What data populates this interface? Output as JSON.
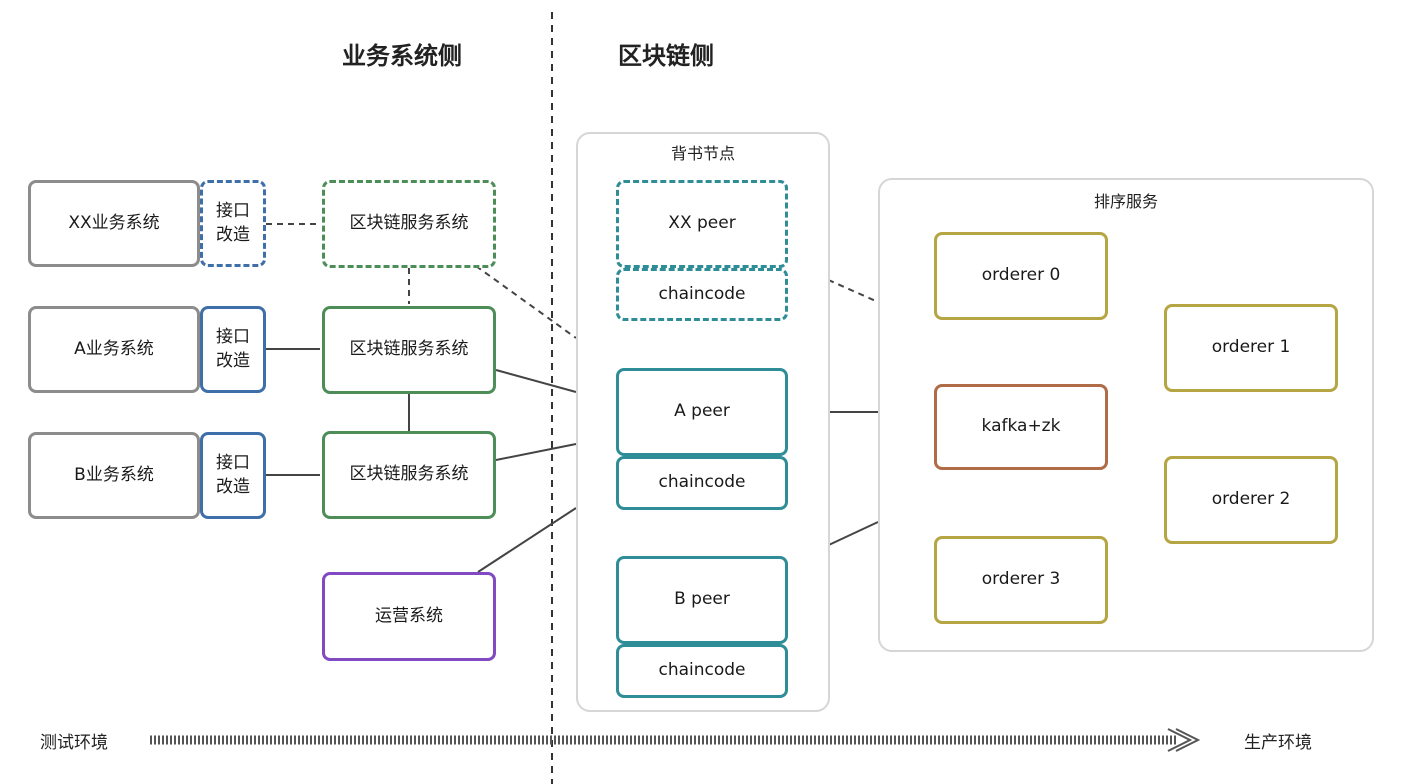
{
  "headings": {
    "business_side": "业务系统侧",
    "blockchain_side": "区块链侧"
  },
  "business": {
    "xx_system": "XX业务系统",
    "a_system": "A业务系统",
    "b_system": "B业务系统",
    "interface_adapt": "接口\n改造",
    "chain_service": "区块链服务系统",
    "operations": "运营系统"
  },
  "endorsement": {
    "title": "背书节点",
    "xx_peer": "XX peer",
    "a_peer": "A peer",
    "b_peer": "B peer",
    "chaincode": "chaincode"
  },
  "ordering": {
    "title": "排序服务",
    "orderer0": "orderer 0",
    "orderer1": "orderer 1",
    "orderer2": "orderer 2",
    "orderer3": "orderer 3",
    "kafka": "kafka+zk"
  },
  "environment": {
    "from": "测试环境",
    "to": "生产环境"
  },
  "colors": {
    "business": "#8c8c8c",
    "adapter": "#3e6fa8",
    "service": "#4d8e58",
    "operations": "#8149c2",
    "peer": "#2f8d97",
    "orderer": "#b6a543",
    "kafka": "#b06c47"
  }
}
